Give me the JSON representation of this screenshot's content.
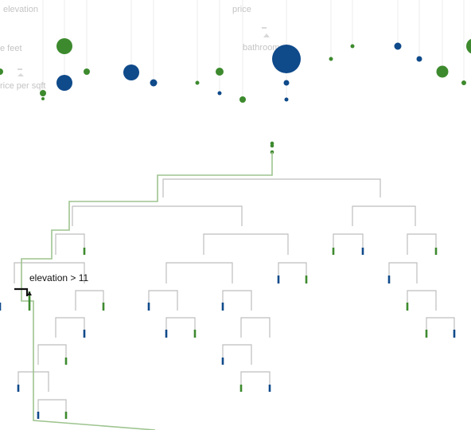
{
  "labels": {
    "elevation": "elevation",
    "price": "price",
    "square_feet": "e feet",
    "bathrooms": "bathroom",
    "price_per_sqft": "rice per sqft"
  },
  "tooltip": {
    "text": "elevation > 11"
  },
  "colors": {
    "green": "#3d8a2e",
    "blue": "#0f4a8a",
    "branch": "#bdbdbd",
    "path": "#9ec48f",
    "highlight": "#111111"
  }
}
